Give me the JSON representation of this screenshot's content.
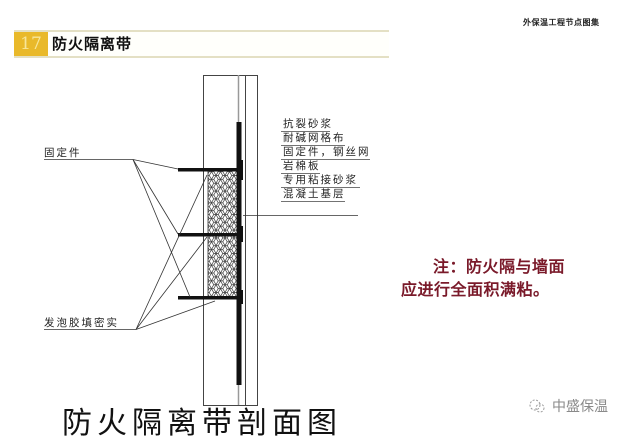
{
  "header": {
    "section_number": "17",
    "section_title": "防火隔离带",
    "book_title": "外保温工程节点图集"
  },
  "drawing": {
    "layer_labels": [
      "抗裂砂浆",
      "耐碱网格布",
      "固定件，钢丝网",
      "岩棉板",
      "专用粘接砂浆",
      "混凝土基层"
    ],
    "callouts": {
      "fastener": "固定件",
      "foam_fill": "发泡胶填密实"
    }
  },
  "note": {
    "line1": "注：防火隔与墙面",
    "line2": "应进行全面积满粘。",
    "color": "#7a1a2a"
  },
  "caption": "防火隔离带剖面图",
  "watermark": {
    "icon": "wechat-logo-icon",
    "text": "中盛保温"
  },
  "colors": {
    "section_badge": "#e9b92a",
    "header_rule": "#e4e0c4"
  }
}
